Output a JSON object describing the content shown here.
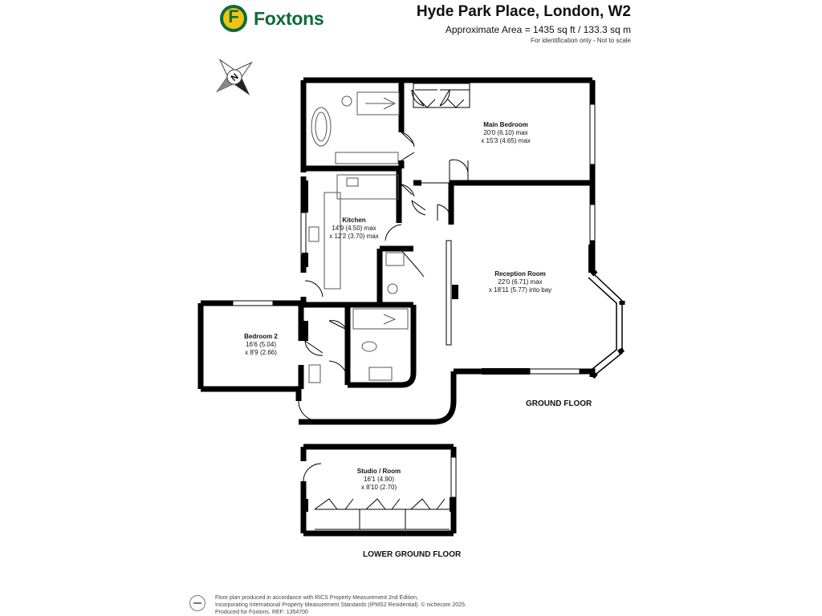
{
  "brand": {
    "logo_letter": "F",
    "name": "Foxtons"
  },
  "header": {
    "title": "Hyde Park Place, London, W2",
    "area": "Approximate Area = 1435 sq ft / 133.3 sq m",
    "note": "For identification only - Not to scale"
  },
  "compass": {
    "letter": "N"
  },
  "rooms": {
    "main_bedroom": {
      "name": "Main Bedroom",
      "dim1": "20'0 (6.10) max",
      "dim2": "x 15'3 (4.65) max"
    },
    "kitchen": {
      "name": "Kitchen",
      "dim1": "14'9 (4.50) max",
      "dim2": "x 12'2 (3.70) max"
    },
    "reception": {
      "name": "Reception Room",
      "dim1": "22'0 (6.71) max",
      "dim2": "x 18'11 (5.77) into bay"
    },
    "bedroom2": {
      "name": "Bedroom 2",
      "dim1": "16'6 (5.04)",
      "dim2": "x 8'9 (2.66)"
    },
    "studio": {
      "name": "Studio / Room",
      "dim1": "16'1 (4.90)",
      "dim2": "x 8'10 (2.70)"
    }
  },
  "floors": {
    "ground": "GROUND FLOOR",
    "lower_ground": "LOWER GROUND FLOOR"
  },
  "footer": {
    "line1": "Floor plan produced in accordance with RICS Property Measurement 2nd Edition,",
    "line2": "Incorporating International Property Measurement Standards (IPMS2 Residential). © nichecom 2025.",
    "line3": "Produced for Foxtons.  REF: 1354700"
  },
  "colors": {
    "brand_green": "#0d6b3a",
    "brand_yellow": "#f2c314",
    "wall": "#000000"
  }
}
